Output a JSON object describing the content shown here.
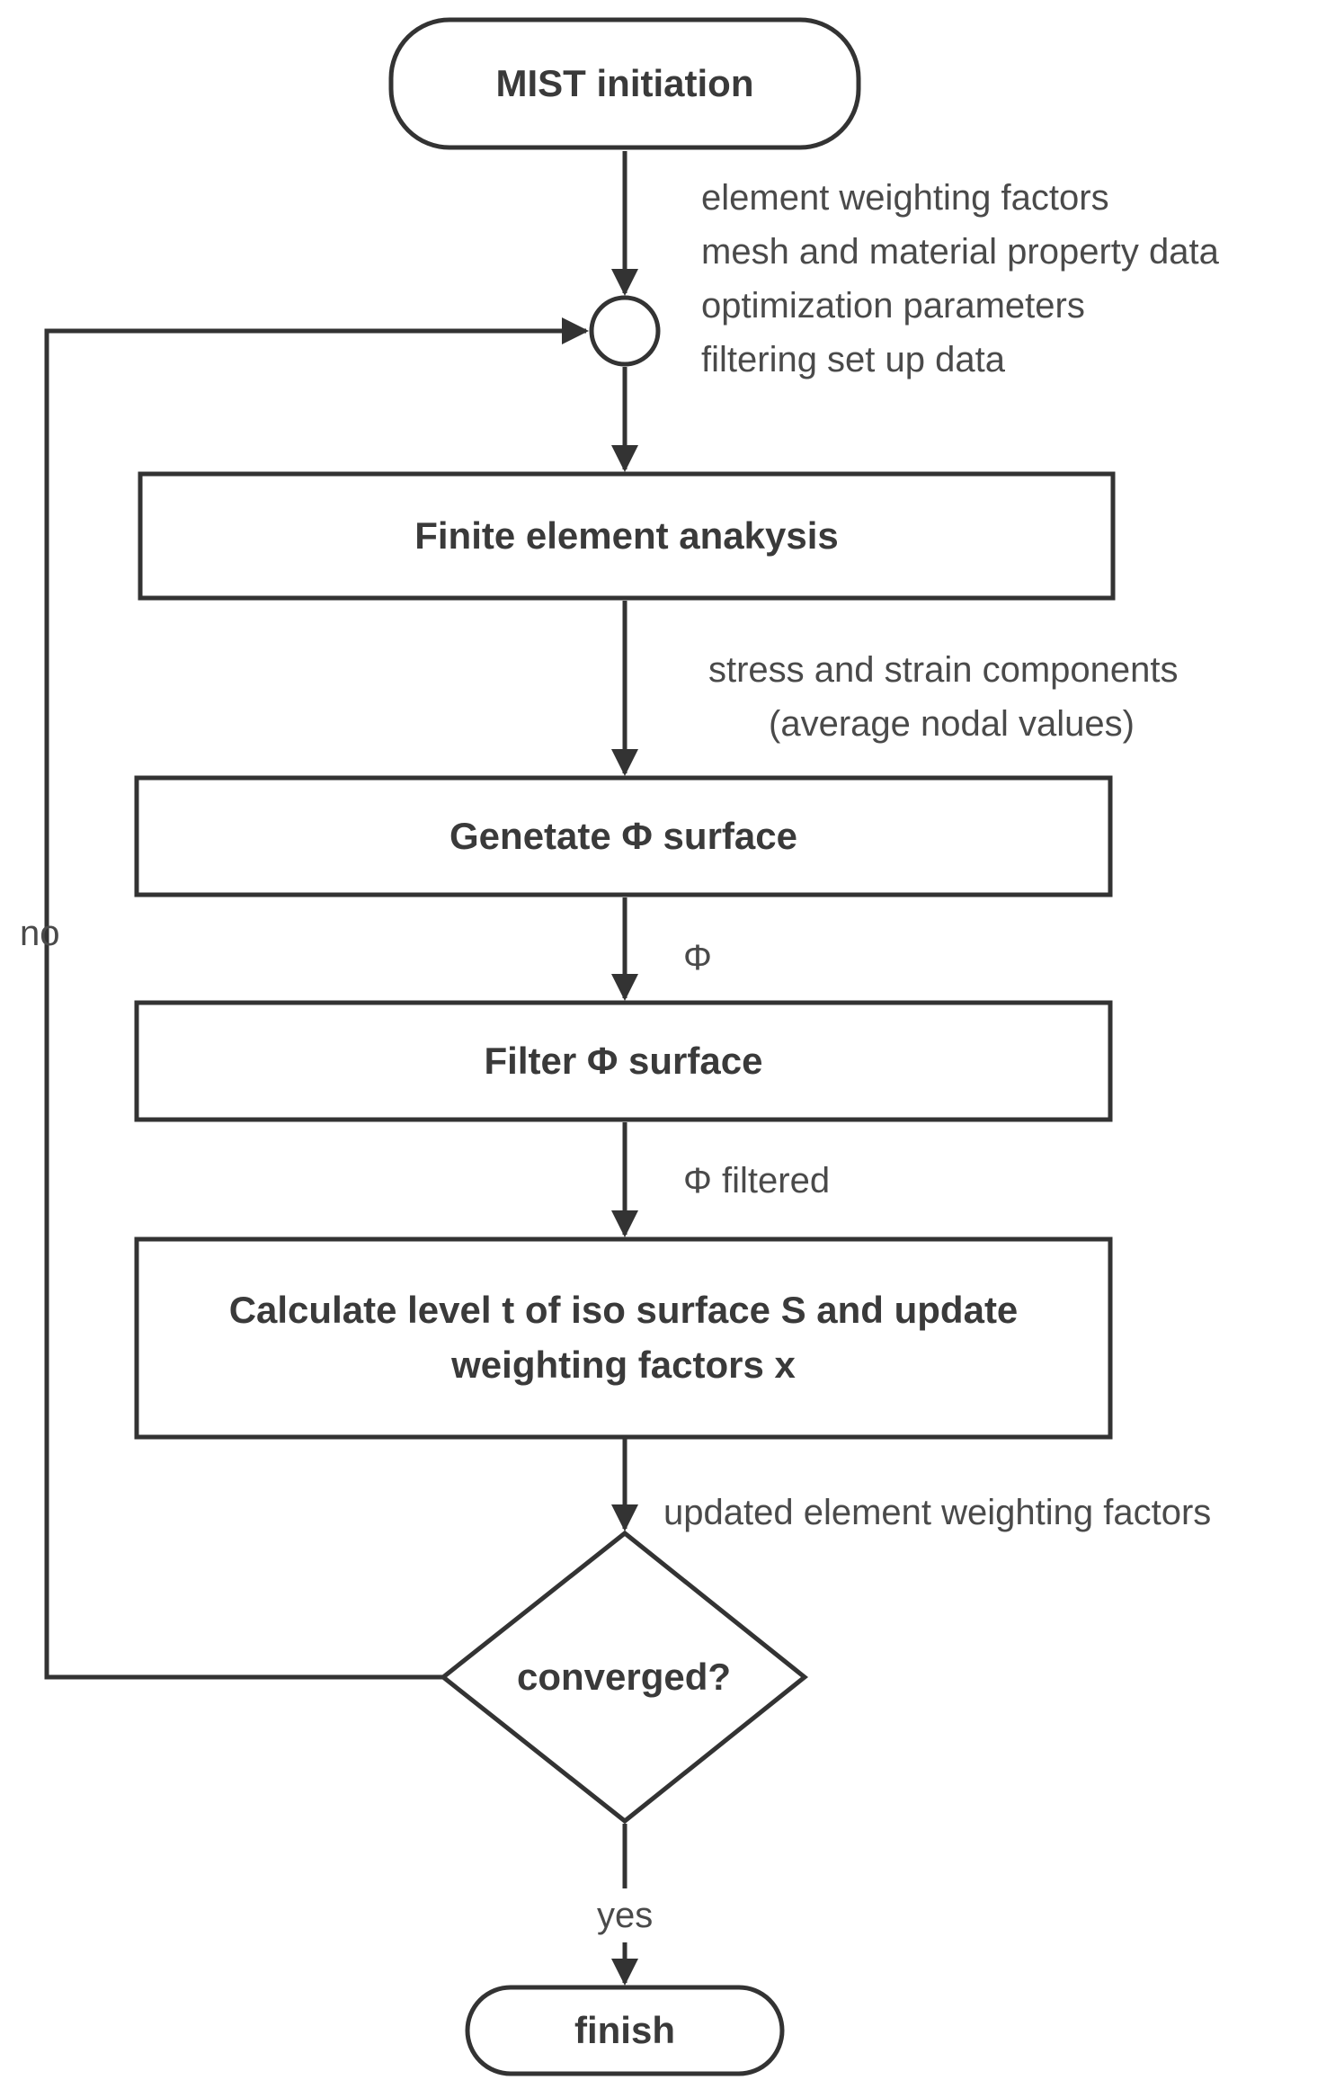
{
  "colors": {
    "stroke": "#333333",
    "text": "#3a3a3a",
    "background": "#ffffff"
  },
  "nodes": {
    "start": "MIST initiation",
    "fea": "Finite element anakysis",
    "generate": "Genetate Φ surface",
    "filter": "Filter Φ surface",
    "calc_line1": "Calculate level t of iso surface S and update",
    "calc_line2": "weighting factors x",
    "decision": "converged?",
    "finish": "finish"
  },
  "edge_labels": {
    "inputs": [
      "element weighting factors",
      "mesh and material property data",
      "optimization parameters",
      "filtering set up data"
    ],
    "fea_out_line1": "stress and strain components",
    "fea_out_line2": "(average nodal values)",
    "phi": "Φ",
    "phi_filtered": "Φ filtered",
    "updated": "updated element weighting factors",
    "no": "no",
    "yes": "yes"
  }
}
